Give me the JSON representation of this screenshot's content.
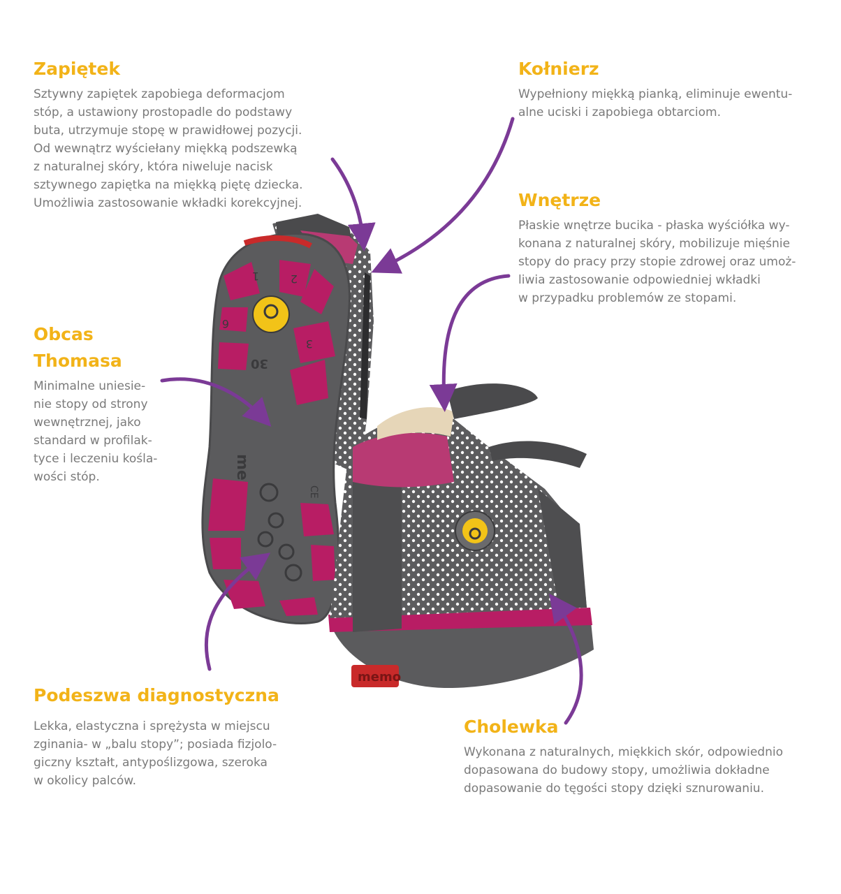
{
  "colors": {
    "title": "#f2b318",
    "text": "#7a7a7a",
    "arrow": "#7b3a96",
    "shoe_grey": "#5c5c5e",
    "shoe_pink": "#c8266c",
    "sole_red": "#c92a2a",
    "badge_yellow": "#f2c318"
  },
  "sections": {
    "zapietek": {
      "title": "Zapiętek",
      "lines": [
        "Sztywny zapiętek zapobiega deformacjom",
        "stóp, a ustawiony prostopadle do podstawy",
        "buta, utrzymuje stopę w prawidłowej pozycji.",
        "Od wewnątrz wyściełany miękką podszewką",
        "z naturalnej skóry, która niweluje nacisk",
        "sztywnego zapiętka na miękką piętę dziecka.",
        "Umożliwia zastosowanie wkładki korekcyjnej."
      ]
    },
    "kolnierz": {
      "title": "Kołnierz",
      "lines": [
        "Wypełniony miękką pianką, eliminuje ewentu-",
        "alne uciski i zapobiega obtarciom."
      ]
    },
    "wnetrze": {
      "title": "Wnętrze",
      "lines": [
        "Płaskie wnętrze bucika - płaska wyściółka wy-",
        "konana z naturalnej skóry, mobilizuje mięśnie",
        "stopy do pracy przy stopie zdrowej oraz umoż-",
        "liwia zastosowanie odpowiedniej wkładki",
        "w przypadku problemów ze stopami."
      ]
    },
    "obcas": {
      "title_lines": [
        "Obcas",
        "Thomasa"
      ],
      "lines": [
        "Minimalne uniesie-",
        "nie stopy od strony",
        "wewnętrznej, jako",
        "standard w profilak-",
        "tyce i leczeniu kośla-",
        "wości stóp."
      ]
    },
    "podeszwa": {
      "title": "Podeszwa diagnostyczna",
      "lines": [
        "Lekka, elastyczna i sprężysta w miejscu",
        "zginania- w „balu stopy”; posiada fizjolo-",
        "giczny kształt, antypoślizgowa, szeroka",
        "w okolicy palców."
      ]
    },
    "cholewka": {
      "title": "Cholewka",
      "lines": [
        "Wykonana z naturalnych, miękkich skór, odpowiednio",
        "dopasowana do budowy stopy, umożliwia dokładne",
        "dopasowanie do tęgości stopy dzięki sznurowaniu."
      ]
    }
  },
  "sole_markings": {
    "size": "30",
    "zones": [
      "1",
      "2",
      "3",
      "6"
    ],
    "ce": "CE"
  },
  "brand": "memo"
}
